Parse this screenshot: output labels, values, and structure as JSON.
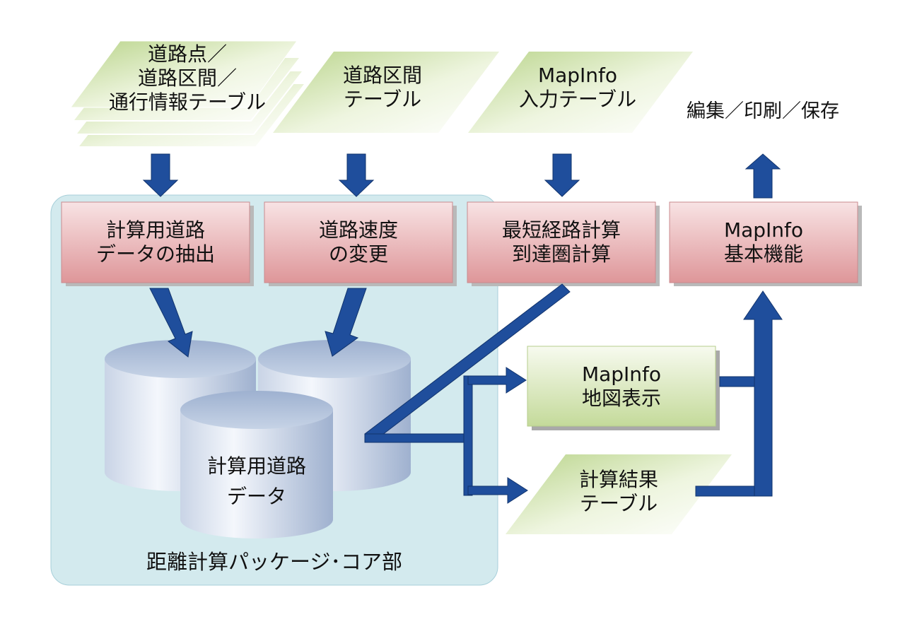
{
  "diagram": {
    "input_tables": {
      "road_tables": [
        "道路点／",
        "道路区間／",
        "通行情報テーブル"
      ],
      "segment_table": [
        "道路区間",
        "テーブル"
      ],
      "mapinfo_input": [
        "MapInfo",
        "入力テーブル"
      ]
    },
    "edit_label": "編集／印刷／保存",
    "process_boxes": {
      "extract": [
        "計算用道路",
        "データの抽出"
      ],
      "speed": [
        "道路速度",
        "の変更"
      ],
      "shortest": [
        "最短経路計算",
        "到達圏計算"
      ],
      "mapinfo_basic": [
        "MapInfo",
        "基本機能"
      ]
    },
    "database": [
      "計算用道路",
      "データ"
    ],
    "core_package_label": "距離計算パッケージ･コア部",
    "map_display": [
      "MapInfo",
      "地図表示"
    ],
    "result_table": [
      "計算結果",
      "テーブル"
    ]
  },
  "colors": {
    "arrow": "#1f4e9c",
    "process_fill": "#e9aeb1",
    "table_fill": "#cfe1a8",
    "core_bg": "#d3eaee",
    "cylinder": "#b3c3dd"
  }
}
